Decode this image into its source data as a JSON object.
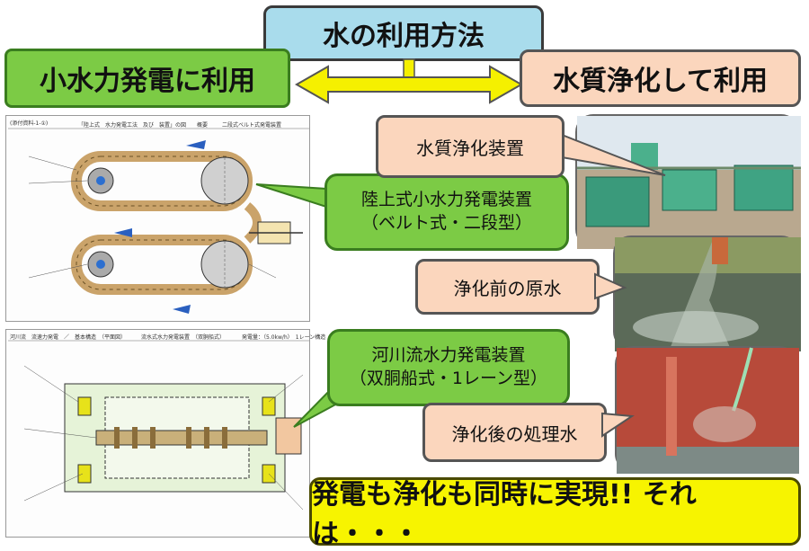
{
  "title": "水の利用方法",
  "left_heading": "小水力発電に利用",
  "right_heading": "水質浄化して利用",
  "bubble_land": {
    "line1": "陸上式小水力発電装置",
    "line2": "（ベルト式・二段型）"
  },
  "bubble_river": {
    "line1": "河川流水力発電装置",
    "line2": "（双胴船式・1レーン型）"
  },
  "label_device": "水質浄化装置",
  "label_before": "浄化前の原水",
  "label_after": "浄化後の処理水",
  "bottom_banner": "発電も浄化も同時に実現!! それは・・・",
  "diagram_top": {
    "ref": "(添付資料-1-①)",
    "header": "「陸上式　水力発電工法　及び　装置」の図　　概要",
    "subheader": "二段式ベルト式発電装置"
  },
  "diagram_bottom": {
    "ref": "河川流　流速力発電　／　基本構造　（平面図）",
    "header": "流水式水力発電装置　（双胴船式）",
    "subheader": "発電量：（5.0kw/h）　1レーン構造"
  },
  "colors": {
    "green": "#7ccb45",
    "peach": "#fbd6bd",
    "title": "#a9dcec",
    "yellow": "#f7f400"
  }
}
